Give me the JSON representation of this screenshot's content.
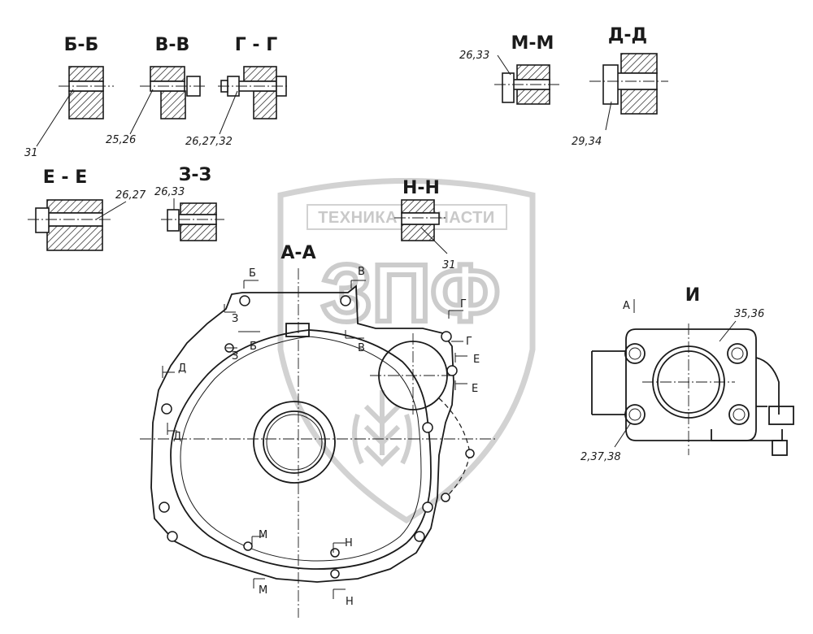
{
  "watermark": {
    "banner": "ТЕХНИКА    ЗАПЧАСТИ",
    "logo": "ЗПФ"
  },
  "sections": {
    "bb": "Б-Б",
    "vv": "В-В",
    "gg": "Г - Г",
    "mm": "М-М",
    "dd": "Д-Д",
    "ee": "Е - Е",
    "zz": "З-З",
    "nn": "Н-Н",
    "aa": "А-А",
    "i": "И"
  },
  "callouts": {
    "c31a": "31",
    "c2526": "25,26",
    "c262732": "26,27,32",
    "c2633a": "26,33",
    "c2934": "29,34",
    "c2627": "26,27",
    "c2633b": "26,33",
    "c31b": "31",
    "c3536": "35,36",
    "c23738": "2,37,38"
  },
  "cut_marks": {
    "b_top": "Б",
    "b_bot": "Б",
    "v_top": "В",
    "v_bot": "В",
    "g_top": "Г",
    "g_bot": "Г",
    "z_top": "З",
    "z_bot": "З",
    "d_top": "Д",
    "d_bot": "Д",
    "e_top": "Е",
    "e_bot": "Е",
    "m_top": "М",
    "m_bot": "М",
    "n_top": "Н",
    "n_bot": "Н",
    "a_view": "А"
  }
}
